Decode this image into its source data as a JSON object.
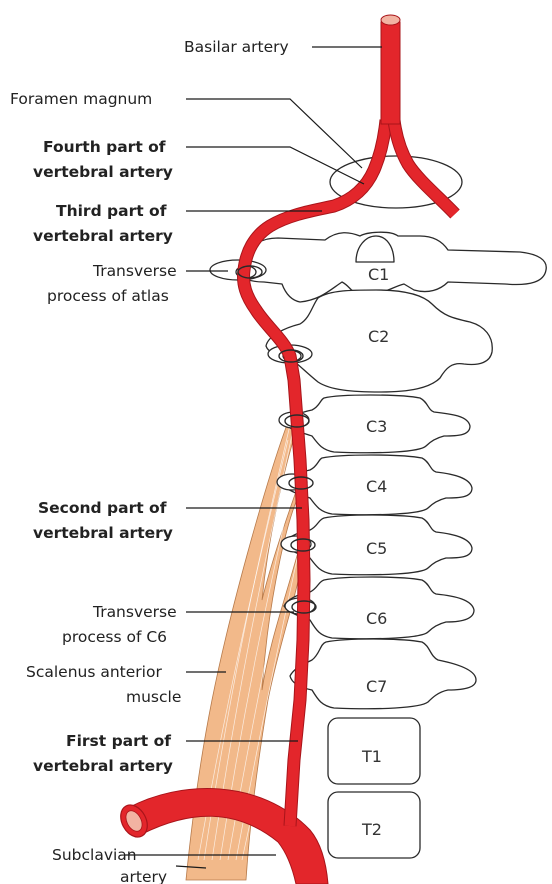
{
  "labels": {
    "basilar": "Basilar artery",
    "foramen": "Foramen magnum",
    "fourth_l1": "Fourth part of",
    "fourth_l2": "vertebral artery",
    "third_l1": "Third part of",
    "third_l2": "vertebral artery",
    "tp_atlas_l1": "Transverse",
    "tp_atlas_l2": "process of atlas",
    "second_l1": "Second part of",
    "second_l2": "vertebral artery",
    "tp_c6_l1": "Transverse",
    "tp_c6_l2": "process of C6",
    "scalenus_l1": "Scalenus anterior",
    "scalenus_l2": "muscle",
    "first_l1": "First part of",
    "first_l2": "vertebral artery",
    "subclavian_l1": "Subclavian",
    "subclavian_l2": "artery"
  },
  "vertebrae": {
    "c1": "C1",
    "c2": "C2",
    "c3": "C3",
    "c4": "C4",
    "c5": "C5",
    "c6": "C6",
    "c7": "C7",
    "t1": "T1",
    "t2": "T2"
  },
  "colors": {
    "artery": "#e3262b",
    "artery_dark": "#a8141a",
    "muscle": "#f2b98a",
    "bone_outline": "#2a2a2a"
  }
}
